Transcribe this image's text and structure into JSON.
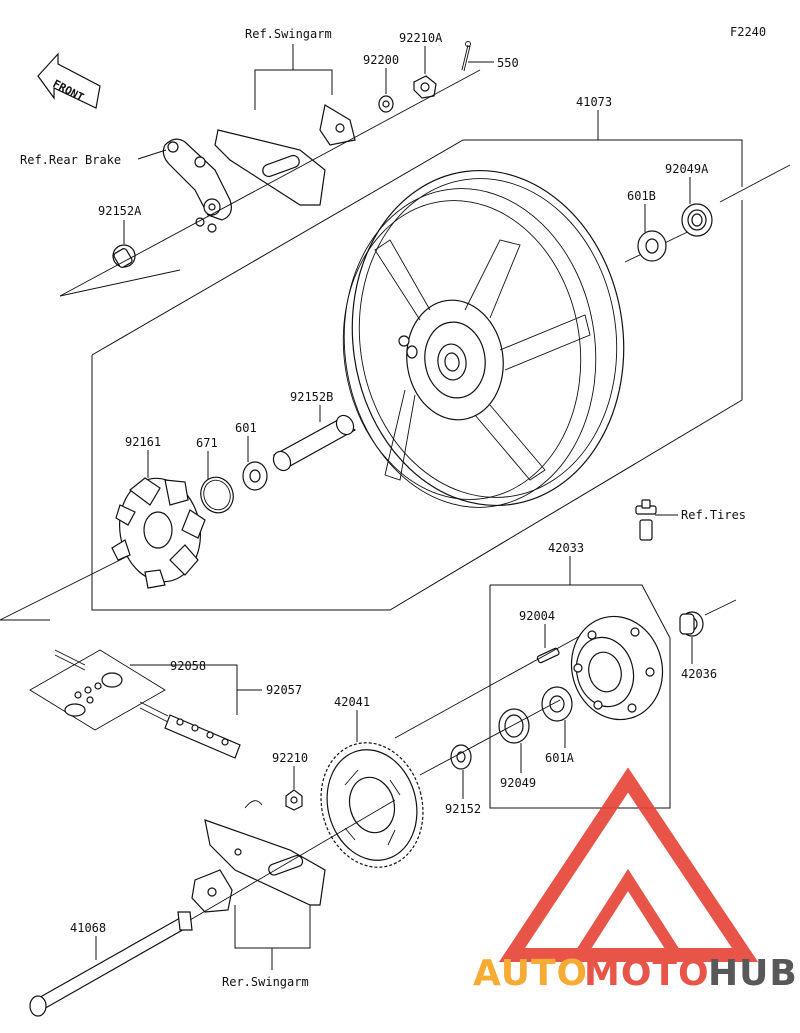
{
  "figure_code": "F2240",
  "front_label": "FRONT",
  "labels": {
    "ref_swingarm": "Ref.Swingarm",
    "ref_rear_brake": "Ref.Rear Brake",
    "rer_swingarm": "Rer.Swingarm",
    "ref_tires": "Ref.Tires"
  },
  "parts": {
    "p92210A": "92210A",
    "p550": "550",
    "p92200": "92200",
    "p41073": "41073",
    "p92049A": "92049A",
    "p601B": "601B",
    "p92152A": "92152A",
    "p92152B": "92152B",
    "p92161": "92161",
    "p671": "671",
    "p601": "601",
    "p42033": "42033",
    "p92004": "92004",
    "p42036": "42036",
    "p92058": "92058",
    "p92057": "92057",
    "p42041": "42041",
    "p92210": "92210",
    "p601A": "601A",
    "p92049": "92049",
    "p92152": "92152",
    "p41068": "41068"
  },
  "watermark": {
    "part1": "AUTO",
    "part2": "MOTO",
    "part3": "HUB"
  },
  "colors": {
    "line": "#111111",
    "wm_red": "#e8463a",
    "wm_orange": "#f6a623",
    "wm_dark": "#4a4a4a"
  }
}
